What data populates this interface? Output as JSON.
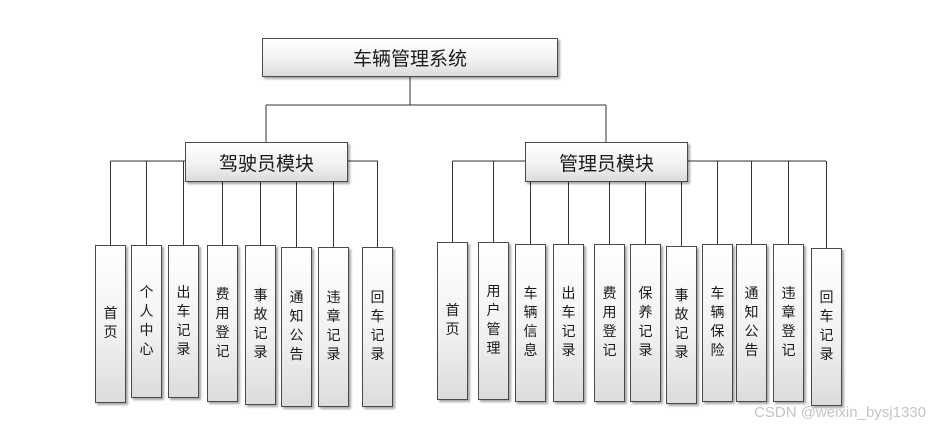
{
  "root": {
    "label": "车辆管理系统"
  },
  "modules": [
    {
      "label": "驾驶员模块",
      "items": [
        "首页",
        "个人中心",
        "出车记录",
        "费用登记",
        "事故记录",
        "通知公告",
        "违章记录",
        "回车记录"
      ]
    },
    {
      "label": "管理员模块",
      "items": [
        "首页",
        "用户管理",
        "车辆信息",
        "出车记录",
        "费用登记",
        "保养记录",
        "事故记录",
        "车辆保险",
        "通知公告",
        "违章登记",
        "回车记录"
      ]
    }
  ],
  "watermark": "CSDN @weixin_bysj1330"
}
